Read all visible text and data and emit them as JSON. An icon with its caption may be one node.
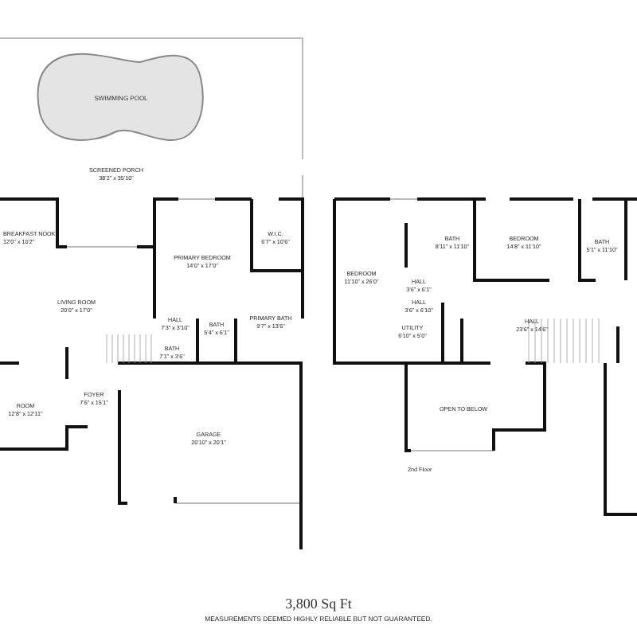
{
  "diagram": {
    "caption": "3,800 Sq Ft",
    "nodes": [
      {
        "text": [
          "SWIMMING POOL"
        ]
      }
    ],
    "labels": [
      "SCREENED PORCH",
      "38'2\" x 35'10\"",
      "BREAKFAST NOOK",
      "12'0\" x 10'2\"",
      "W.I.C.",
      "6'7\" x 10'6\"",
      "PRIMARY BEDROOM",
      "14'0\" x 17'0\"",
      "LIVING ROOM",
      "20'0\" x 17'0\"",
      "HALL",
      "7'3\" x 3'10\"",
      "BATH",
      "5'4\" x 6'1\"",
      "PRIMARY BATH",
      "9'7\" x 13'6\"",
      "BATH",
      "7'1\" x 3'6\"",
      "FOYER",
      "7'6\" x 15'1\"",
      "ROOM",
      "12'8\" x 12'11\"",
      "GARAGE",
      "20'10\" x 20'1\"",
      "BATH",
      "8'11\" x 11'10\"",
      "BEDROOM",
      "14'8\" x 11'10\"",
      "BATH",
      "5'1\" x 11'10\"",
      "BEDROOM",
      "11'10\" x 26'0\"",
      "HALL",
      "3'6\" x 6'1\"",
      "HALL",
      "3'6\" x 6'10\"",
      "UTILITY",
      "6'10\" x 5'0\"",
      "HALL",
      "23'6\" x 14'6\"",
      "OPEN TO BELOW",
      "2nd Floor",
      "MEASUREMENTS DEEMED HIGHLY RELIABLE BUT NOT GUARANTEED."
    ]
  }
}
